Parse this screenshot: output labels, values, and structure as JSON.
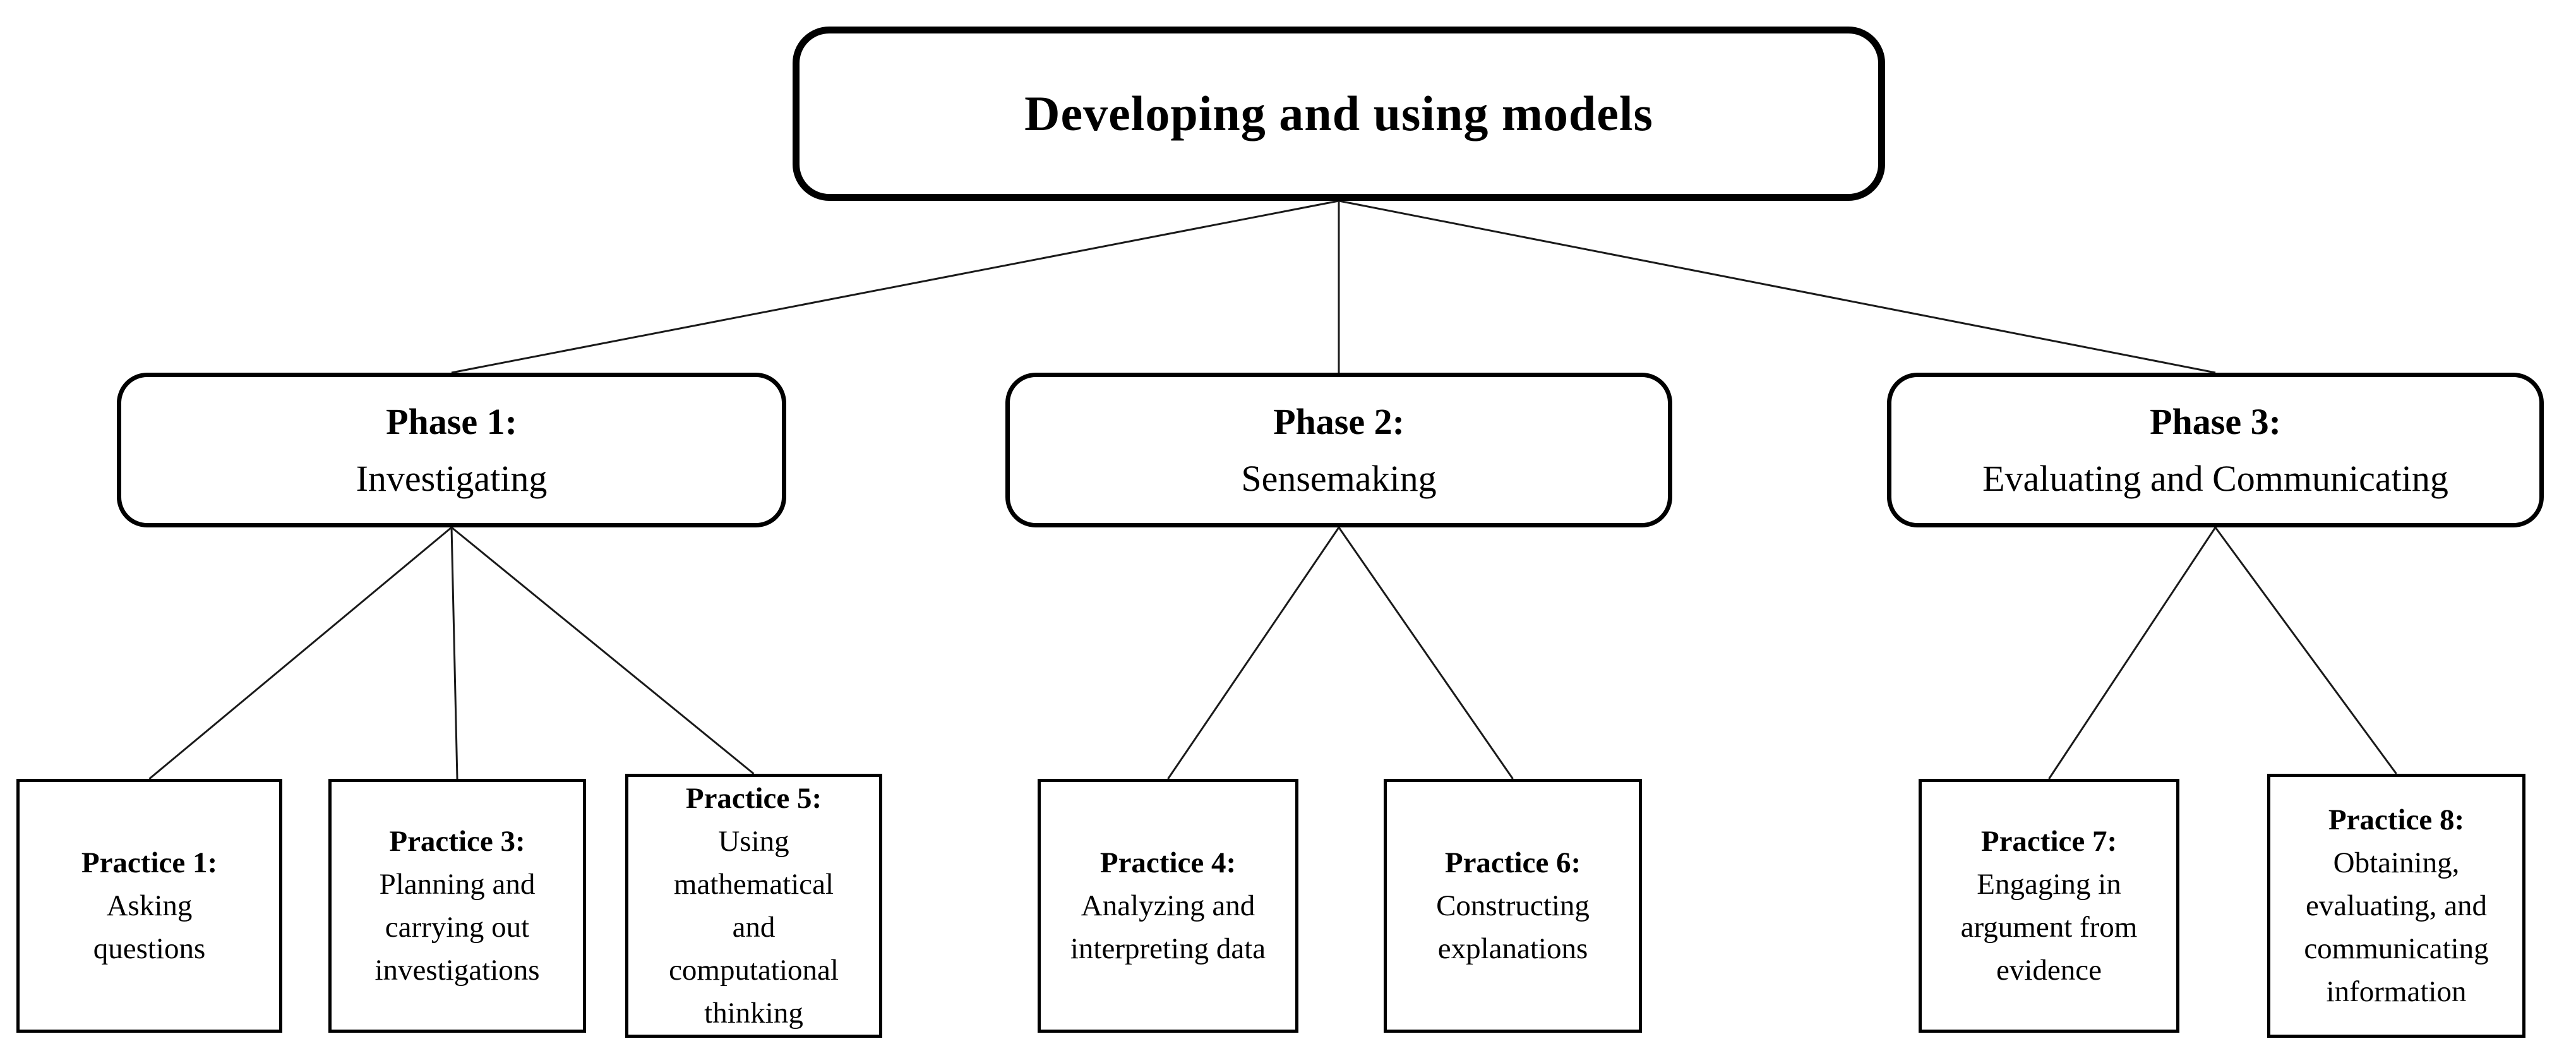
{
  "diagram": {
    "root": {
      "id": "root",
      "title": "Developing and using models"
    },
    "phases": [
      {
        "id": "phase1",
        "title": "Phase 1:",
        "subtitle": "Investigating"
      },
      {
        "id": "phase2",
        "title": "Phase 2:",
        "subtitle": "Sensemaking"
      },
      {
        "id": "phase3",
        "title": "Phase 3:",
        "subtitle": "Evaluating and Communicating"
      }
    ],
    "practices": [
      {
        "id": "p1",
        "parent": "phase1",
        "title": "Practice 1:",
        "body": "Asking\nquestions"
      },
      {
        "id": "p3",
        "parent": "phase1",
        "title": "Practice 3:",
        "body": "Planning and\ncarrying out\ninvestigations"
      },
      {
        "id": "p5",
        "parent": "phase1",
        "title": "Practice 5:",
        "body": "Using\nmathematical\nand\ncomputational\nthinking"
      },
      {
        "id": "p4",
        "parent": "phase2",
        "title": "Practice 4:",
        "body": "Analyzing and\ninterpreting data"
      },
      {
        "id": "p6",
        "parent": "phase2",
        "title": "Practice 6:",
        "body": "Constructing\nexplanations"
      },
      {
        "id": "p7",
        "parent": "phase3",
        "title": "Practice 7:",
        "body": "Engaging in\nargument from\nevidence"
      },
      {
        "id": "p8",
        "parent": "phase3",
        "title": "Practice 8:",
        "body": "Obtaining,\nevaluating, and\ncommunicating\ninformation"
      }
    ],
    "edges": [
      [
        "root",
        "phase1"
      ],
      [
        "root",
        "phase2"
      ],
      [
        "root",
        "phase3"
      ],
      [
        "phase1",
        "p1"
      ],
      [
        "phase1",
        "p3"
      ],
      [
        "phase1",
        "p5"
      ],
      [
        "phase2",
        "p4"
      ],
      [
        "phase2",
        "p6"
      ],
      [
        "phase3",
        "p7"
      ],
      [
        "phase3",
        "p8"
      ]
    ],
    "colors": {
      "border": "#000000",
      "background": "#ffffff",
      "line": "#1a1a1a"
    }
  }
}
